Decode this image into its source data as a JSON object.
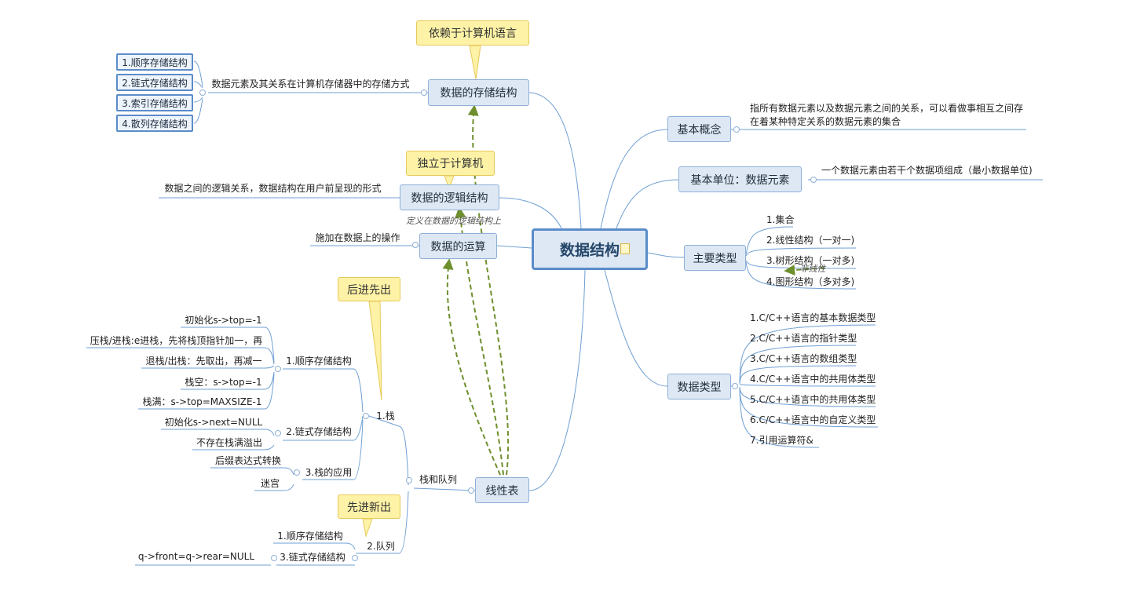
{
  "root": {
    "title": "数据结构"
  },
  "storage": {
    "title": "数据的存储结构",
    "callout": "依赖于计算机语言",
    "description": "数据元素及其关系在计算机存储器中的存储方式",
    "items": [
      "1.顺序存储结构",
      "2.链式存储结构",
      "3.索引存储结构",
      "4.散列存储结构"
    ]
  },
  "logical": {
    "title": "数据的逻辑结构",
    "callout": "独立于计算机",
    "description": "数据之间的逻辑关系，数据结构在用户前呈现的形式",
    "note": "定义在数据的逻辑结构上"
  },
  "operation": {
    "title": "数据的运算",
    "description": "施加在数据上的操作"
  },
  "linear": {
    "title": "线性表",
    "branch": "栈和队列",
    "stack": {
      "title": "1.栈",
      "callout": "后进先出",
      "seq": {
        "title": "1.顺序存储结构",
        "items": [
          "初始化s->top=-1",
          "压栈/进栈:e进栈，先将栈顶指针加一，再",
          "退栈/出栈：先取出，再减一",
          "栈空：s->top=-1",
          "栈满：s->top=MAXSIZE-1"
        ]
      },
      "linked": {
        "title": "2.链式存储结构",
        "items": [
          "初始化s->next=NULL",
          "不存在栈满溢出"
        ]
      },
      "app": {
        "title": "3.栈的应用",
        "items": [
          "后缀表达式转换",
          "迷宫"
        ]
      }
    },
    "queue": {
      "title": "2.队列",
      "callout": "先进新出",
      "seq": "1.顺序存储结构",
      "linked": "3.链式存储结构",
      "linked_leaf": "q->front=q->rear=NULL"
    }
  },
  "concept": {
    "title": "基本概念",
    "description_line1": "指所有数据元素以及数据元素之间的关系，可以看做事相互之间存",
    "description_line2": "在着某种特定关系的数据元素的集合"
  },
  "unit": {
    "title": "基本单位：数据元素",
    "description": "一个数据元素由若干个数据项组成（最小数据单位)"
  },
  "types": {
    "title": "主要类型",
    "items": [
      "1.集合",
      "2.线性结构（一对一)",
      "3.树形结构（一对多)",
      "4.图形结构（多对多)"
    ],
    "note": "非线性"
  },
  "datatypes": {
    "title": "数据类型",
    "items": [
      "1.C/C++语言的基本数据类型",
      "2.C/C++语言的指针类型",
      "3.C/C++语言的数组类型",
      "4.C/C++语言中的共用体类型",
      "5.C/C++语言中的共用体类型",
      "6.C/C++语言中的自定义类型",
      "7.引用运算符&"
    ]
  },
  "colors": {
    "line": "#6f9fd3",
    "topic_fill": "#dde8f4",
    "callout_fill": "#fdf2a6",
    "dashed_arrow": "#6e8f2d"
  }
}
